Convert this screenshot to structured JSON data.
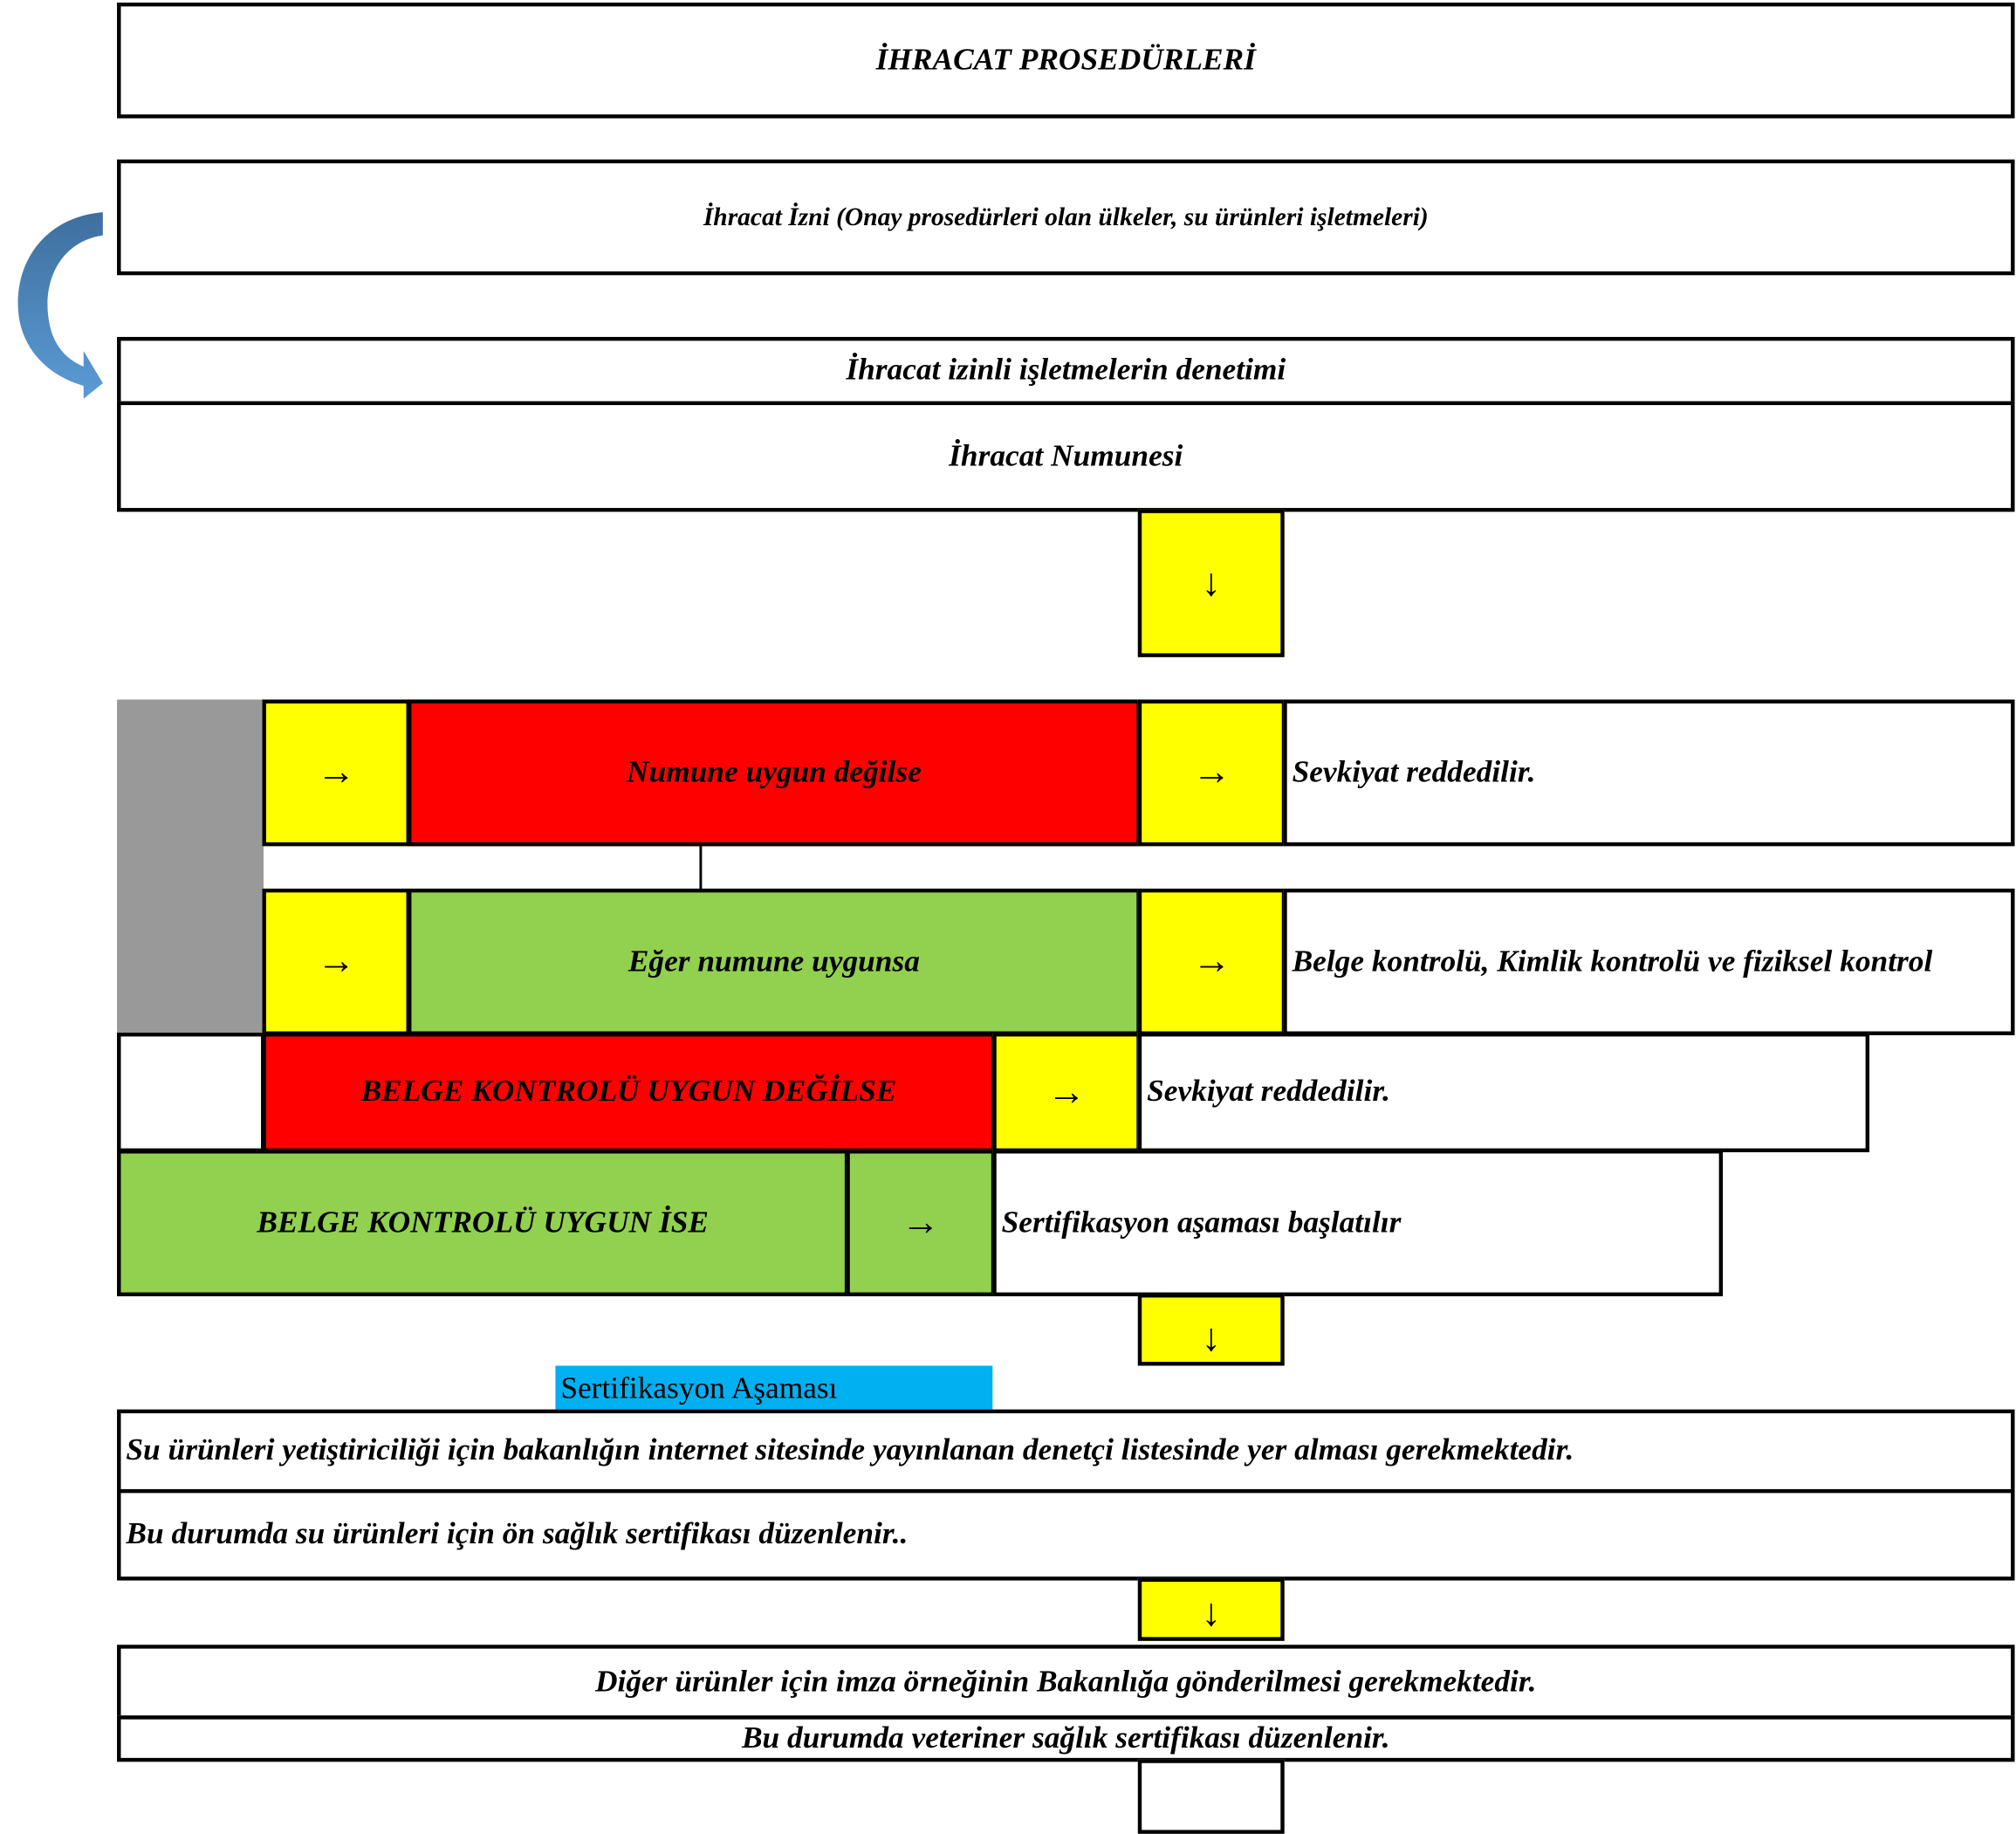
{
  "title": "İHRACAT PROSEDÜRLERİ",
  "export_permit": "İhracat İzni (Onay prosedürleri olan ülkeler, su ürünleri işletmeleri)",
  "inspection": "İhracat izinli işletmelerin denetimi",
  "sample": "İhracat Numunesi",
  "arrows": {
    "down": "↓",
    "right": "→"
  },
  "branch_reject": {
    "condition": "Numune uygun değilse",
    "result": "Sevkiyat reddedilir."
  },
  "branch_accept": {
    "condition": "Eğer numune uygunsa",
    "result": "Belge kontrolü, Kimlik kontrolü ve fiziksel kontrol"
  },
  "doc_reject": {
    "condition": "BELGE KONTROLÜ UYGUN DEĞİLSE",
    "result": "Sevkiyat reddedilir."
  },
  "doc_accept": {
    "condition": "BELGE KONTROLÜ UYGUN İSE",
    "result": "Sertifikasyon aşaması başlatılır"
  },
  "certification": {
    "label": "Sertifikasyon Aşaması",
    "aquaculture_requirement": "Su ürünleri yetiştiriciliği için bakanlığın internet sitesinde yayınlanan denetçi listesinde yer alması gerekmektedir.",
    "aquaculture_result": "Bu durumda su ürünleri için ön sağlık sertifikası düzenlenir..",
    "other_requirement": "Diğer ürünler için imza örneğinin Bakanlığa gönderilmesi gerekmektedir.",
    "other_result": "Bu durumda veteriner sağlık sertifikası düzenlenir."
  },
  "colors": {
    "yellow": "#ffff00",
    "red": "#ff0000",
    "green": "#92d050",
    "gray": "#999999",
    "blue": "#00b0f0",
    "curved_arrow": "#4f81bd"
  }
}
